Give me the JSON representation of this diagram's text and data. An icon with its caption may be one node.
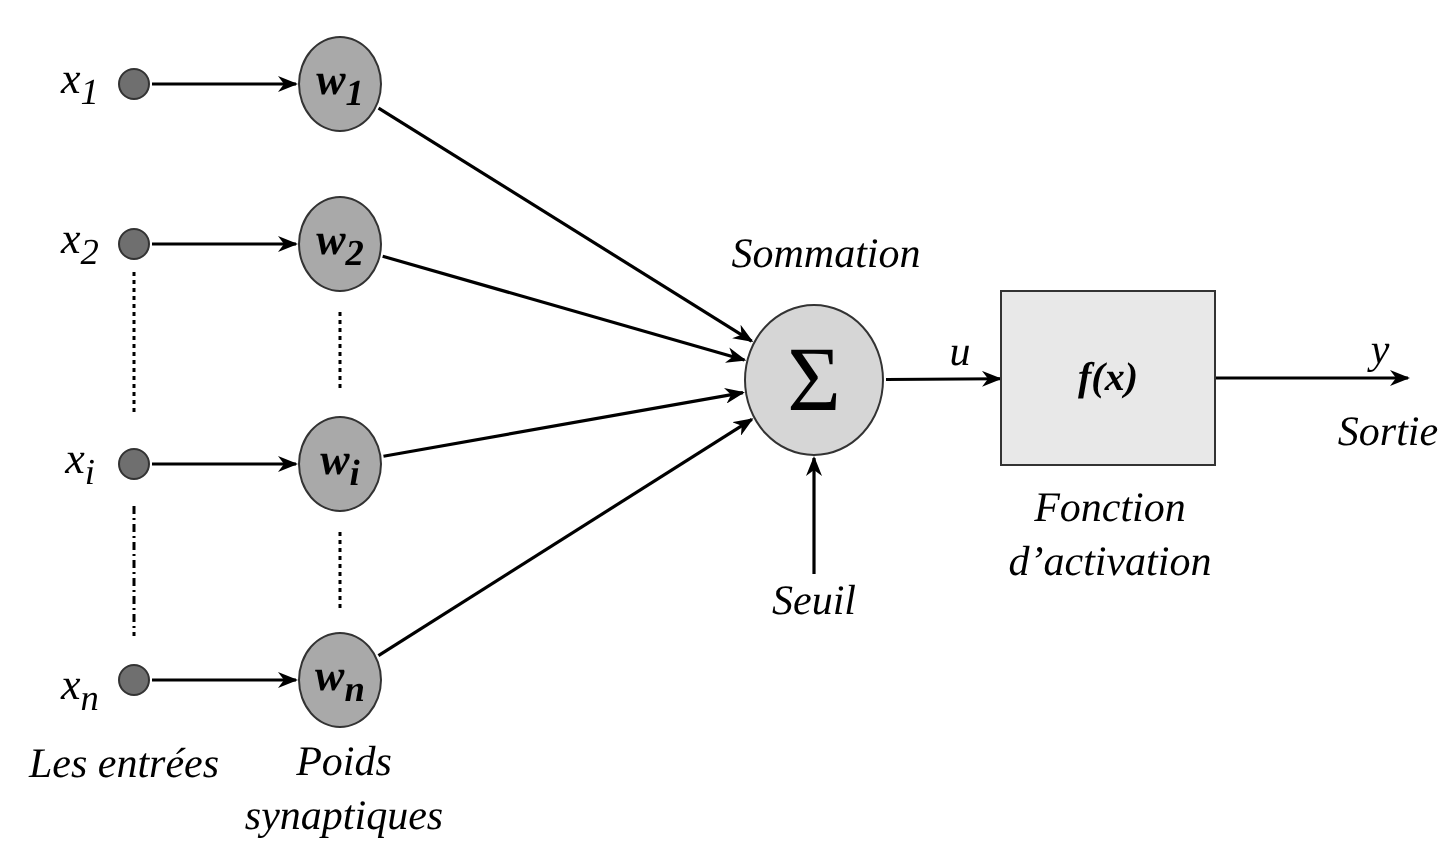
{
  "diagram": {
    "nodes": [
      {
        "text": [],
        "shape": "circle",
        "beside": [
          "x$_{1}$"
        ]
      },
      {
        "text": [],
        "shape": "circle",
        "beside": [
          "x$_{2}$"
        ]
      },
      {
        "text": [],
        "shape": "circle",
        "beside": [
          "x$_{i}$"
        ]
      },
      {
        "text": [],
        "shape": "circle",
        "beside": [
          "x$_{n}$"
        ]
      },
      {
        "text": [
          "w$_{1}$"
        ]
      },
      {
        "text": [
          "w$_{2}$"
        ]
      },
      {
        "text": [
          "w$_{i}$"
        ]
      },
      {
        "text": [
          "w$_{n}$"
        ]
      },
      {
        "text": [
          "Σ"
        ],
        "beside": [
          "Sommation"
        ]
      },
      {
        "text": [
          "f(x)"
        ],
        "beside": [
          "Fonction d’activation"
        ]
      },
      {
        "text": [
          "Seuil"
        ]
      }
    ],
    "edges": [
      {
        "from": 0,
        "to": 4,
        "arrow": "to"
      },
      {
        "from": 1,
        "to": 5,
        "arrow": "to"
      },
      {
        "from": 2,
        "to": 6,
        "arrow": "to"
      },
      {
        "from": 3,
        "to": 7,
        "arrow": "to"
      },
      {
        "from": 4,
        "to": 8,
        "arrow": "to"
      },
      {
        "from": 5,
        "to": 8,
        "arrow": "to"
      },
      {
        "from": 6,
        "to": 8,
        "arrow": "to"
      },
      {
        "from": 7,
        "to": 8,
        "arrow": "to"
      },
      {
        "from": 10,
        "to": 8,
        "arrow": "to"
      },
      {
        "from": 8,
        "to": 9,
        "arrow": "to",
        "label": "u"
      },
      {
        "from": 9,
        "to": null,
        "arrow": "to",
        "label": "y"
      }
    ],
    "labels": [
      "Les entrées",
      "Poids synaptiques",
      "Sortie"
    ]
  }
}
